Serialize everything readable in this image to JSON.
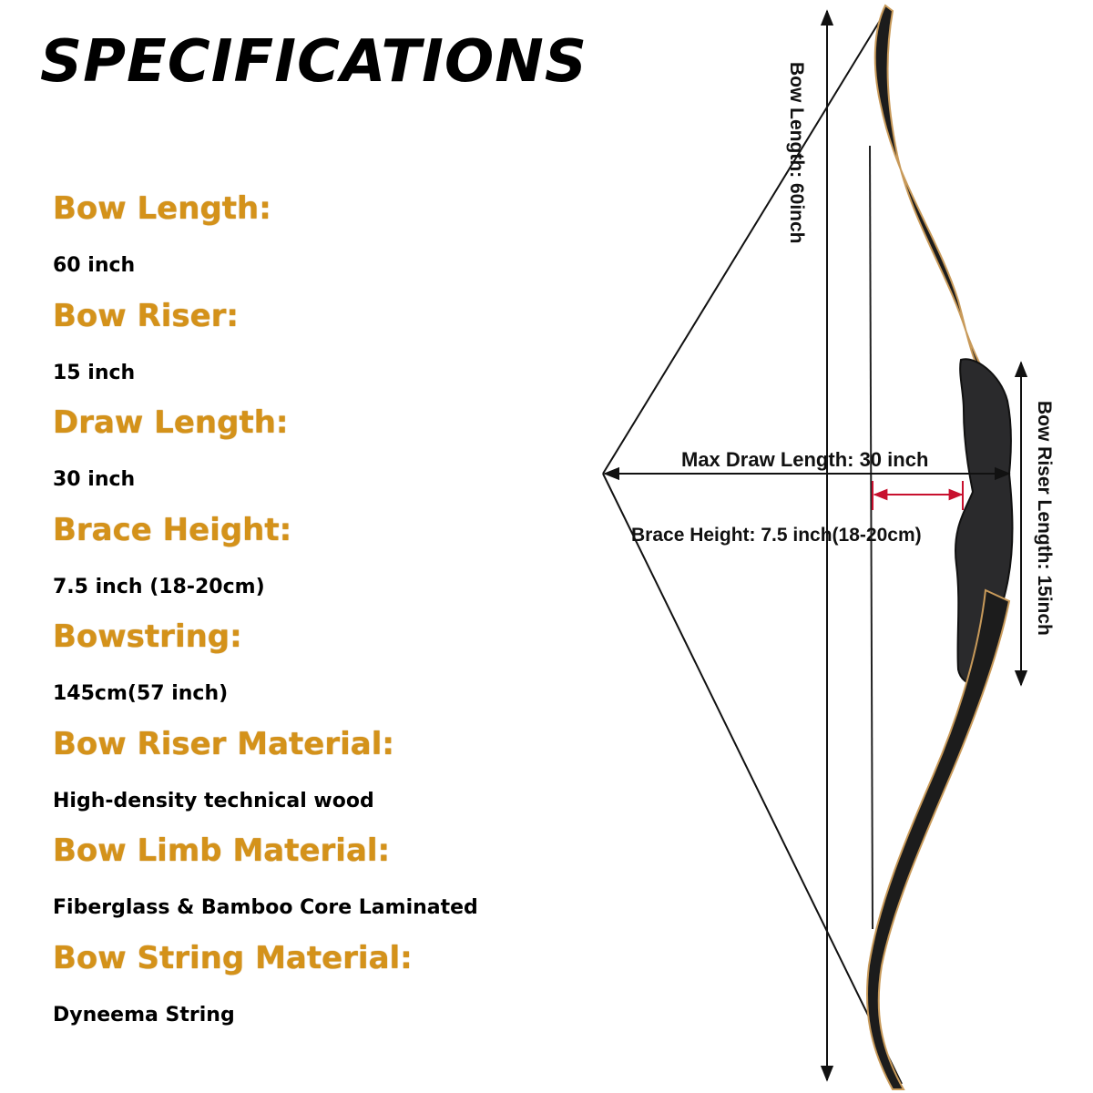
{
  "title": "SPECIFICATIONS",
  "specs": [
    {
      "label": "Bow Length:",
      "value": "60 inch"
    },
    {
      "label": "Bow Riser:",
      "value": "15 inch"
    },
    {
      "label": "Draw Length:",
      "value": "30 inch"
    },
    {
      "label": "Brace Height:",
      "value": "7.5 inch (18-20cm)"
    },
    {
      "label": "Bowstring:",
      "value": "145cm(57 inch)"
    },
    {
      "label": "Bow Riser Material:",
      "value": "High-density technical wood"
    },
    {
      "label": "Bow Limb Material:",
      "value": "Fiberglass & Bamboo Core Laminated"
    },
    {
      "label": "Bow String Material:",
      "value": "Dyneema String"
    }
  ],
  "diagram": {
    "bow_length_label": "Bow Length: 60inch",
    "riser_length_label": "Bow Riser Length: 15inch",
    "max_draw_label": "Max Draw Length: 30 inch",
    "brace_height_label": "Brace Height: 7.5 inch(18-20cm)"
  },
  "colors": {
    "label_gold": "#d4921a",
    "value_black": "#000000",
    "brace_arrow_red": "#c8102e",
    "bow_dark": "#1c1c1c",
    "laminate_tan": "#c89a5a"
  }
}
